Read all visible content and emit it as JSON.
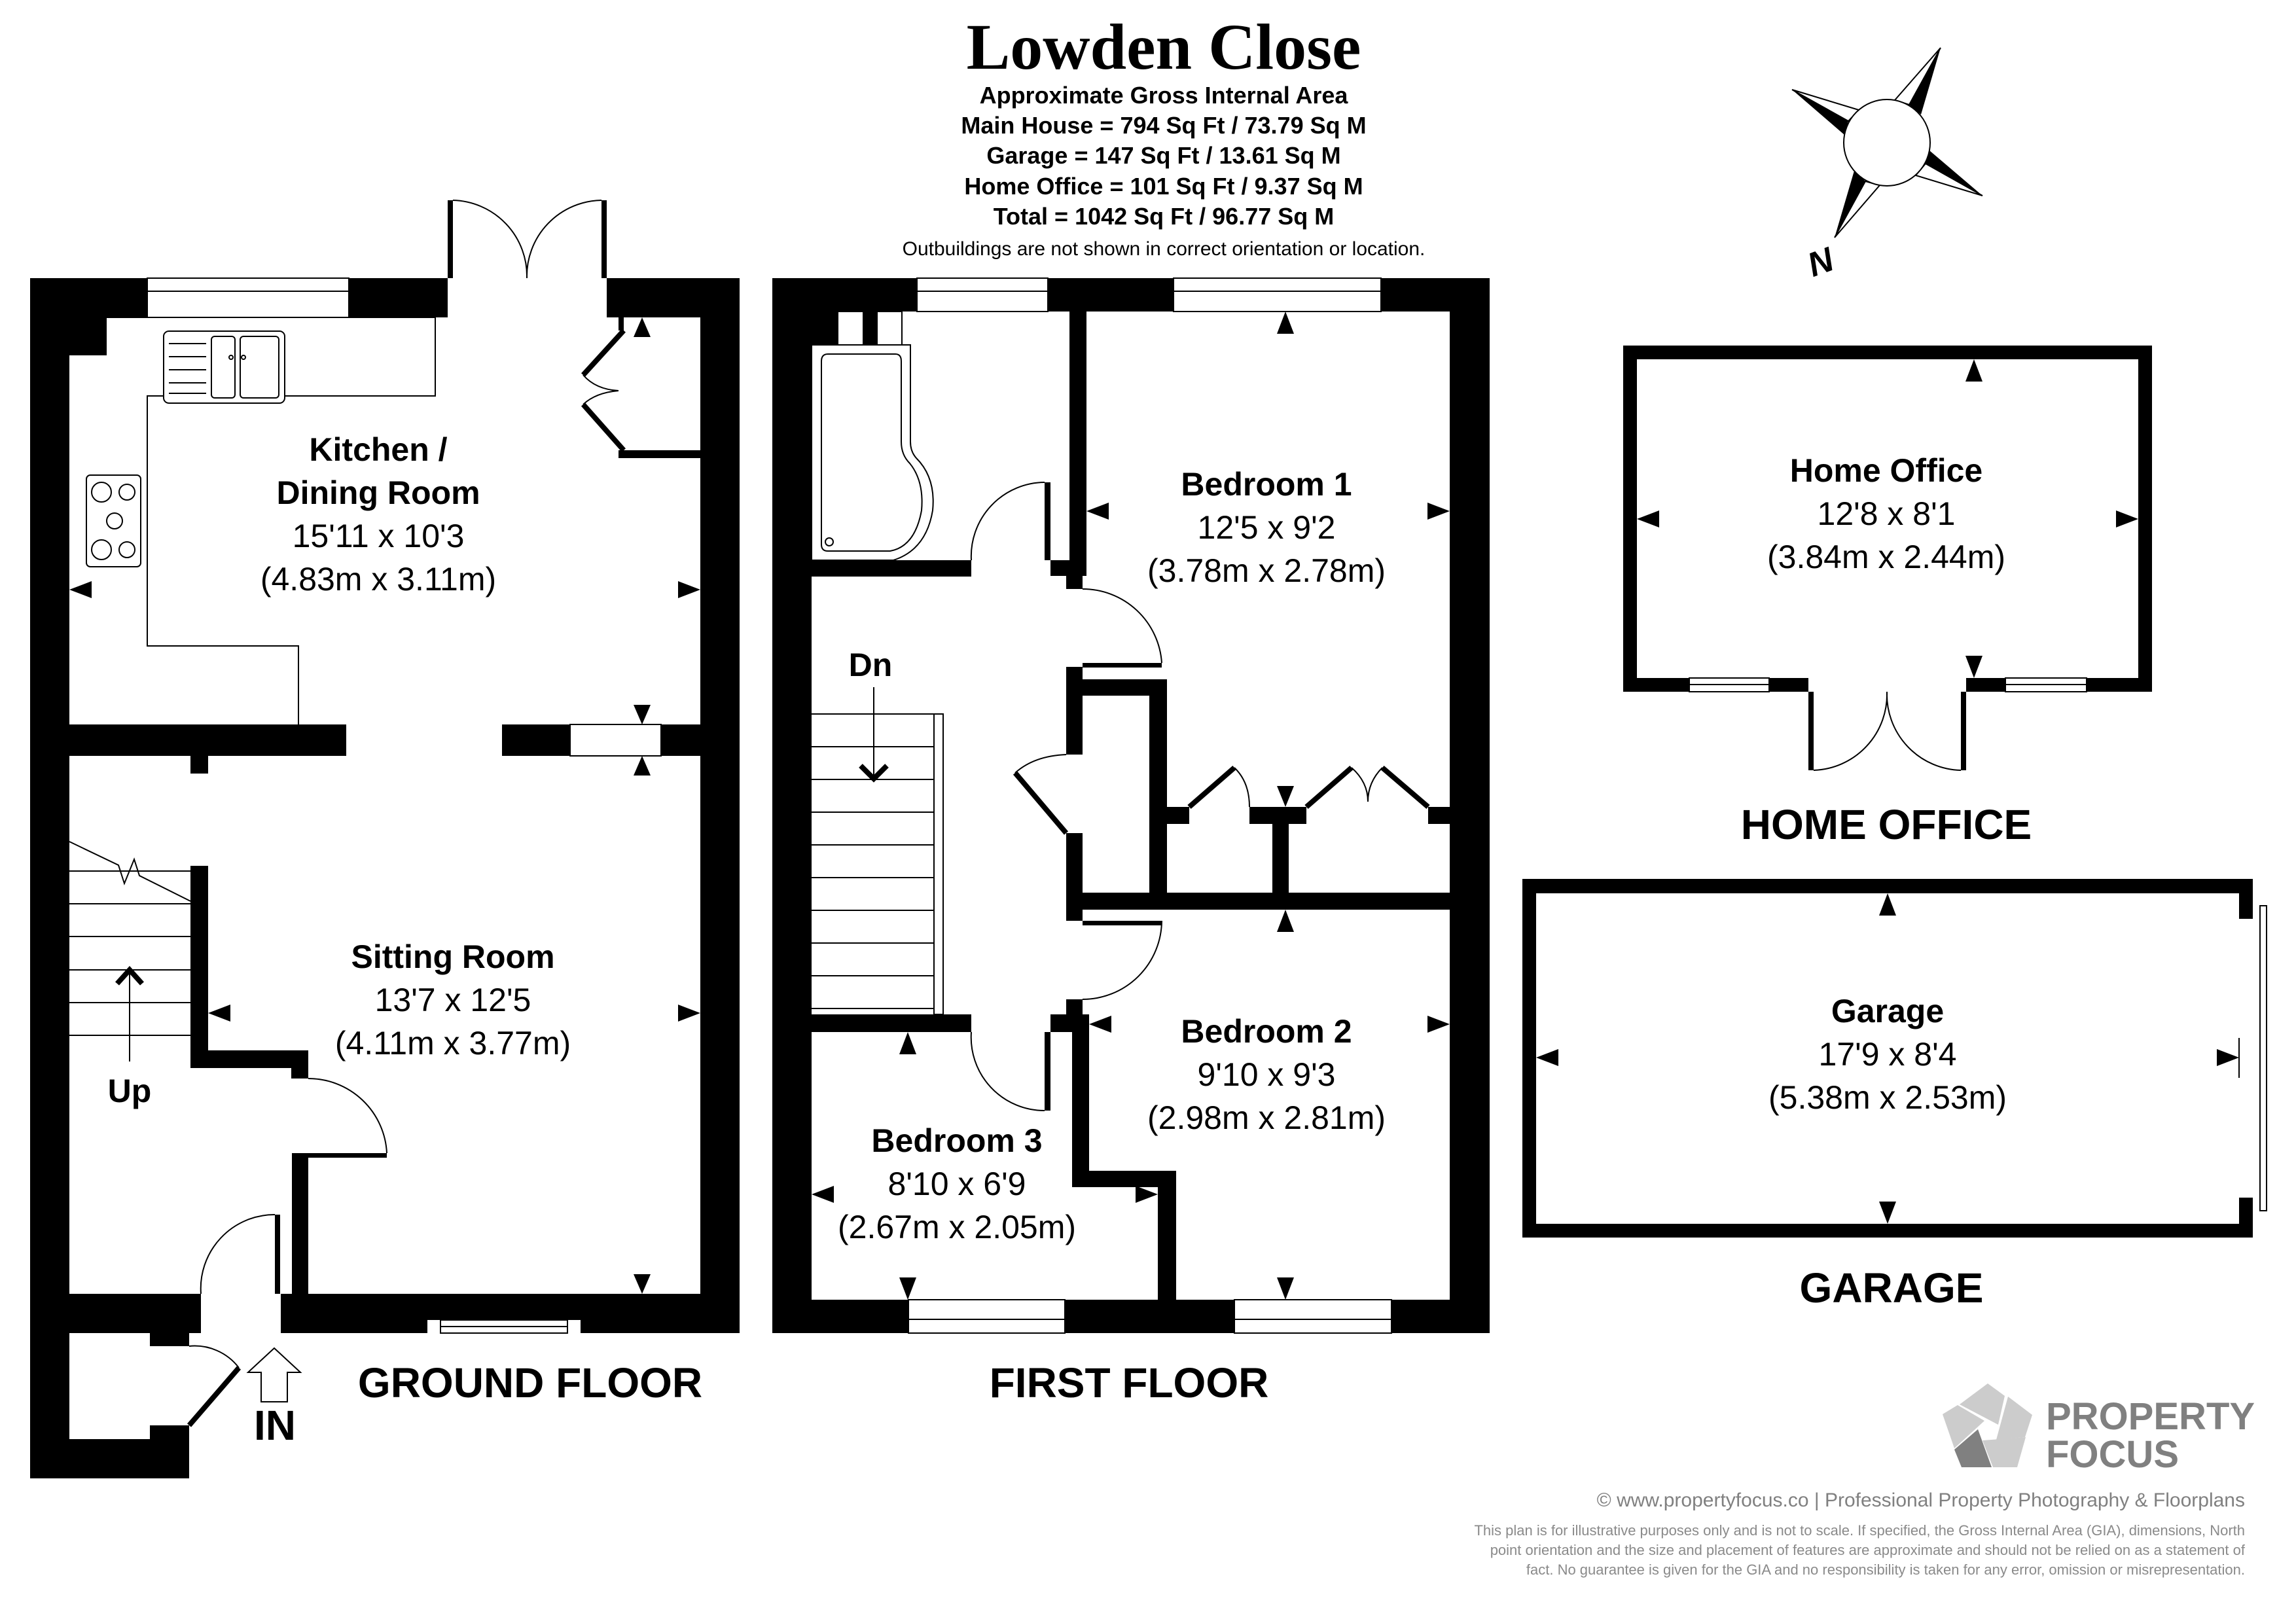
{
  "header": {
    "title": "Lowden Close",
    "subtitle": "Approximate Gross Internal Area",
    "areas": [
      "Main House = 794 Sq Ft / 73.79 Sq M",
      "Garage = 147 Sq Ft / 13.61 Sq M",
      "Home Office = 101 Sq Ft / 9.37 Sq M",
      "Total = 1042 Sq Ft / 96.77 Sq M"
    ],
    "note": "Outbuildings are not shown in correct orientation or location."
  },
  "compass": {
    "label": "N"
  },
  "ground_floor": {
    "label": "GROUND FLOOR",
    "entrance_label": "IN",
    "stair_label": "Up",
    "rooms": {
      "kitchen": {
        "name_line1": "Kitchen /",
        "name_line2": "Dining Room",
        "imperial": "15'11 x 10'3",
        "metric": "(4.83m x 3.11m)"
      },
      "sitting": {
        "name": "Sitting Room",
        "imperial": "13'7 x 12'5",
        "metric": "(4.11m x 3.77m)"
      }
    }
  },
  "first_floor": {
    "label": "FIRST FLOOR",
    "stair_label": "Dn",
    "rooms": {
      "bedroom1": {
        "name": "Bedroom 1",
        "imperial": "12'5 x 9'2",
        "metric": "(3.78m x 2.78m)"
      },
      "bedroom2": {
        "name": "Bedroom 2",
        "imperial": "9'10 x 9'3",
        "metric": "(2.98m x 2.81m)"
      },
      "bedroom3": {
        "name": "Bedroom 3",
        "imperial": "8'10 x 6'9",
        "metric": "(2.67m x 2.05m)"
      }
    }
  },
  "home_office": {
    "label": "HOME OFFICE",
    "room": {
      "name": "Home Office",
      "imperial": "12'8 x 8'1",
      "metric": "(3.84m x 2.44m)"
    }
  },
  "garage": {
    "label": "GARAGE",
    "room": {
      "name": "Garage",
      "imperial": "17'9 x 8'4",
      "metric": "(5.38m x 2.53m)"
    }
  },
  "branding": {
    "logo_line1": "PROPERTY",
    "logo_line2": "FOCUS",
    "website": "© www.propertyfocus.co | Professional Property Photography & Floorplans",
    "disclaimer": [
      "This plan is for illustrative purposes only and is not to scale. If specified, the Gross Internal Area (GIA), dimensions, North",
      "point orientation and the size and placement of features are approximate and should not be relied on as a statement of",
      "fact. No guarantee is given for the GIA and no responsibility is taken for any error, omission or misrepresentation."
    ],
    "colors": {
      "logo_dark": "#808080",
      "logo_light": "#cccccc",
      "text_gray": "#808080"
    }
  }
}
